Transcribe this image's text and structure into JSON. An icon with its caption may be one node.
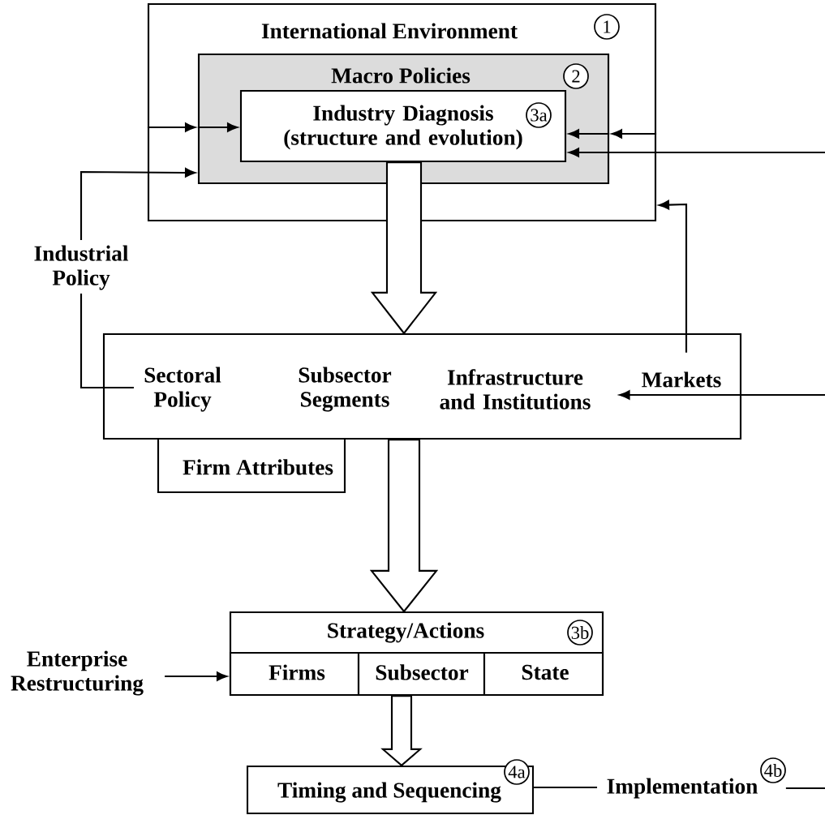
{
  "diagram": {
    "nodes": [
      {
        "text": [
          "International Environment"
        ]
      },
      {
        "text": [
          "1"
        ],
        "in": 0
      },
      {
        "text": [
          "Macro Policies"
        ],
        "in": 0
      },
      {
        "text": [
          "2"
        ],
        "in": 2
      },
      {
        "text": [
          "Industry Diagnosis (structure and evolution)"
        ],
        "in": 2
      },
      {
        "text": [
          "3a"
        ],
        "in": 4
      },
      {
        "text": [],
        "shape": "box"
      },
      {
        "text": [
          "Sectoral Policy"
        ],
        "in": 6
      },
      {
        "text": [
          "Subsector Segments"
        ],
        "in": 6
      },
      {
        "text": [
          "Infrastructure and Institutions"
        ],
        "in": 6
      },
      {
        "text": [
          "Markets"
        ],
        "in": 6
      },
      {
        "text": [
          "Firm Attributes"
        ]
      },
      {
        "text": [
          "Strategy/Actions"
        ]
      },
      {
        "text": [
          "3b"
        ],
        "in": 12
      },
      {
        "text": [
          "Firms"
        ],
        "in": 12
      },
      {
        "text": [
          "Subsector"
        ],
        "in": 12
      },
      {
        "text": [
          "State"
        ],
        "in": 12
      },
      {
        "text": [
          "Enterprise Restructuring"
        ]
      },
      {
        "text": [
          "Timing and Sequencing"
        ]
      },
      {
        "text": [
          "4a"
        ]
      },
      {
        "text": [
          "Implementation"
        ]
      },
      {
        "text": [
          "4b"
        ]
      }
    ],
    "edges": [
      {
        "from": 0,
        "to": 2,
        "arrow": "to"
      },
      {
        "from": 2,
        "to": 4,
        "arrow": "to"
      },
      {
        "from": 0,
        "to": 2,
        "arrow": "to"
      },
      {
        "from": 2,
        "to": 4,
        "arrow": "to"
      },
      {
        "from": null,
        "to": 4,
        "arrow": "to"
      },
      {
        "from": 4,
        "to": 6,
        "arrow": "to",
        "style": "thick"
      },
      {
        "from": 7,
        "to": 2,
        "arrow": "to",
        "label": "Industrial Policy"
      },
      {
        "from": 10,
        "to": 0,
        "arrow": "to"
      },
      {
        "from": null,
        "to": 9,
        "arrow": "to"
      },
      {
        "from": 6,
        "to": 12,
        "arrow": "to",
        "style": "thick"
      },
      {
        "from": 17,
        "to": 14,
        "arrow": "to"
      },
      {
        "from": 12,
        "to": 18,
        "arrow": "to",
        "style": "thick"
      },
      {
        "from": 18,
        "to": 20,
        "arrow": "none"
      },
      {
        "from": 21,
        "to": null,
        "arrow": "none"
      }
    ]
  }
}
